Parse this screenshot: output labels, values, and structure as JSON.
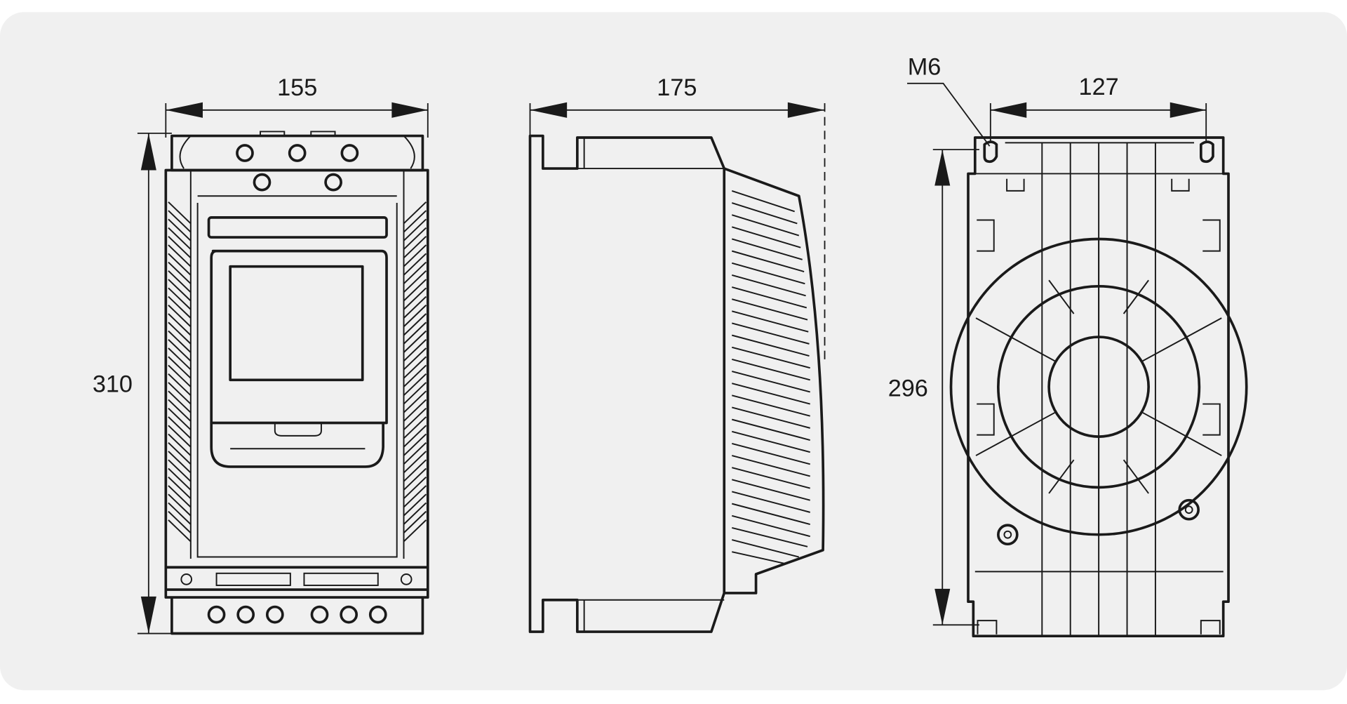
{
  "front_view": {
    "width_label": "155",
    "height_label": "310"
  },
  "side_view": {
    "depth_label": "175"
  },
  "rear_view": {
    "mount_label": "M6",
    "hole_spacing_label": "127",
    "hole_height_label": "296"
  }
}
